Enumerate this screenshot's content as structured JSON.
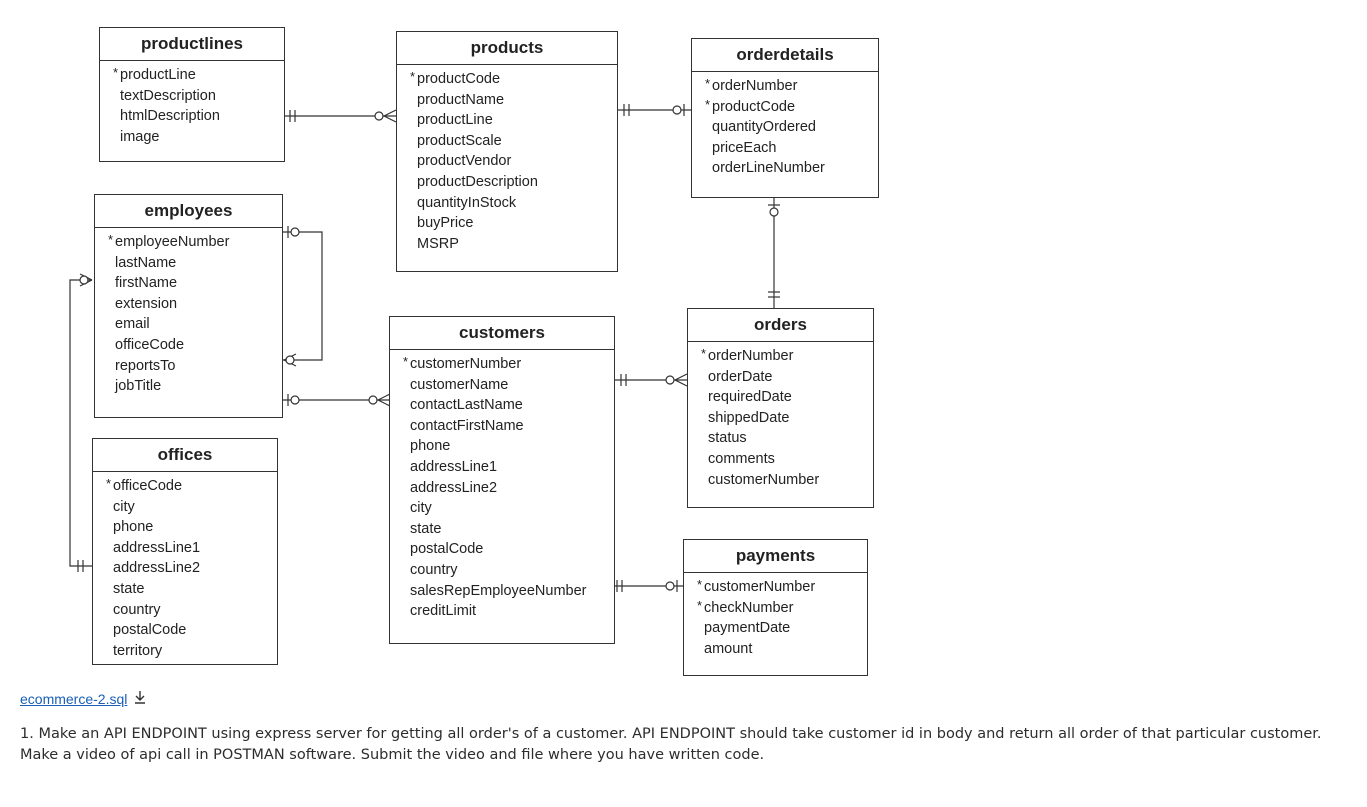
{
  "entities": {
    "productlines": {
      "name": "productlines",
      "pk": [
        "productLine"
      ],
      "fields": [
        "textDescription",
        "htmlDescription",
        "image"
      ]
    },
    "products": {
      "name": "products",
      "pk": [
        "productCode"
      ],
      "fields": [
        "productName",
        "productLine",
        "productScale",
        "productVendor",
        "productDescription",
        "quantityInStock",
        "buyPrice",
        "MSRP"
      ]
    },
    "orderdetails": {
      "name": "orderdetails",
      "pk": [
        "orderNumber",
        "productCode"
      ],
      "fields": [
        "quantityOrdered",
        "priceEach",
        "orderLineNumber"
      ]
    },
    "employees": {
      "name": "employees",
      "pk": [
        "employeeNumber"
      ],
      "fields": [
        "lastName",
        "firstName",
        "extension",
        "email",
        "officeCode",
        "reportsTo",
        "jobTitle"
      ]
    },
    "customers": {
      "name": "customers",
      "pk": [
        "customerNumber"
      ],
      "fields": [
        "customerName",
        "contactLastName",
        "contactFirstName",
        "phone",
        "addressLine1",
        "addressLine2",
        "city",
        "state",
        "postalCode",
        "country",
        "salesRepEmployeeNumber",
        "creditLimit"
      ]
    },
    "orders": {
      "name": "orders",
      "pk": [
        "orderNumber"
      ],
      "fields": [
        "orderDate",
        "requiredDate",
        "shippedDate",
        "status",
        "comments",
        "customerNumber"
      ]
    },
    "offices": {
      "name": "offices",
      "pk": [
        "officeCode"
      ],
      "fields": [
        "city",
        "phone",
        "addressLine1",
        "addressLine2",
        "state",
        "country",
        "postalCode",
        "territory"
      ]
    },
    "payments": {
      "name": "payments",
      "pk": [
        "customerNumber",
        "checkNumber"
      ],
      "fields": [
        "paymentDate",
        "amount"
      ]
    }
  },
  "attachment": {
    "filename": "ecommerce-2.sql",
    "icon": "download-icon"
  },
  "task_text": "1. Make an API ENDPOINT using express server for getting all order's of a customer. API ENDPOINT should take customer id in body and return all order of that particular customer. Make a video of api call in POSTMAN software. Submit the video and file where you have written code.",
  "colors": {
    "line": "#333333",
    "link": "#1a5fb4"
  }
}
